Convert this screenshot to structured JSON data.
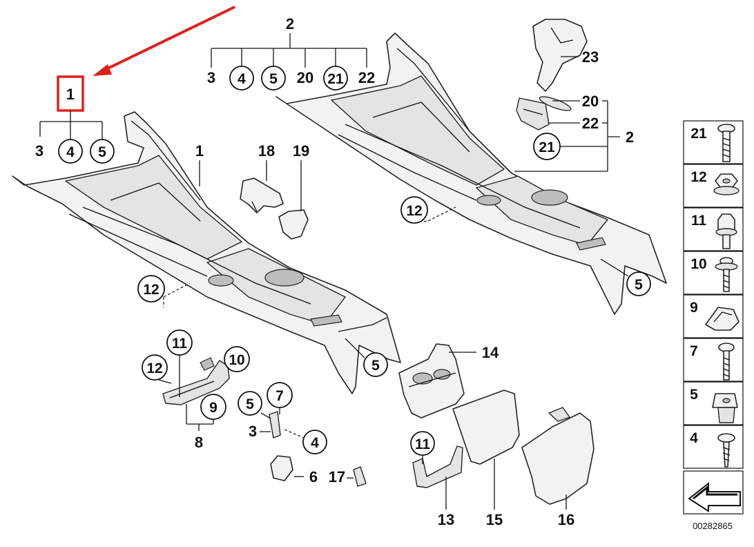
{
  "diagram": {
    "diagram_code": "00282865",
    "top_left_group": {
      "parent": "1",
      "children": [
        "3",
        "4",
        "5"
      ]
    },
    "top_center_group": {
      "parent": "2",
      "children": [
        "3",
        "4",
        "5",
        "20",
        "21",
        "22"
      ]
    },
    "right_group": {
      "parent": "2",
      "children": [
        "20",
        "22",
        "21"
      ]
    },
    "callouts": {
      "c1": "1",
      "c18": "18",
      "c19": "19",
      "c12a": "12",
      "c12b": "12",
      "c23": "23",
      "c5a": "5",
      "c5b": "5",
      "c14": "14",
      "c11a": "11",
      "c10": "10",
      "c12c": "12",
      "c9": "9",
      "c8": "8",
      "c7": "7",
      "c5c": "5",
      "c3": "3",
      "c4": "4",
      "c6": "6",
      "c17": "17",
      "c11b": "11",
      "c13": "13",
      "c15": "15",
      "c16": "16"
    },
    "legend": [
      "21",
      "12",
      "11",
      "10",
      "9",
      "7",
      "5",
      "4"
    ],
    "highlight_color": "#e0201b"
  }
}
